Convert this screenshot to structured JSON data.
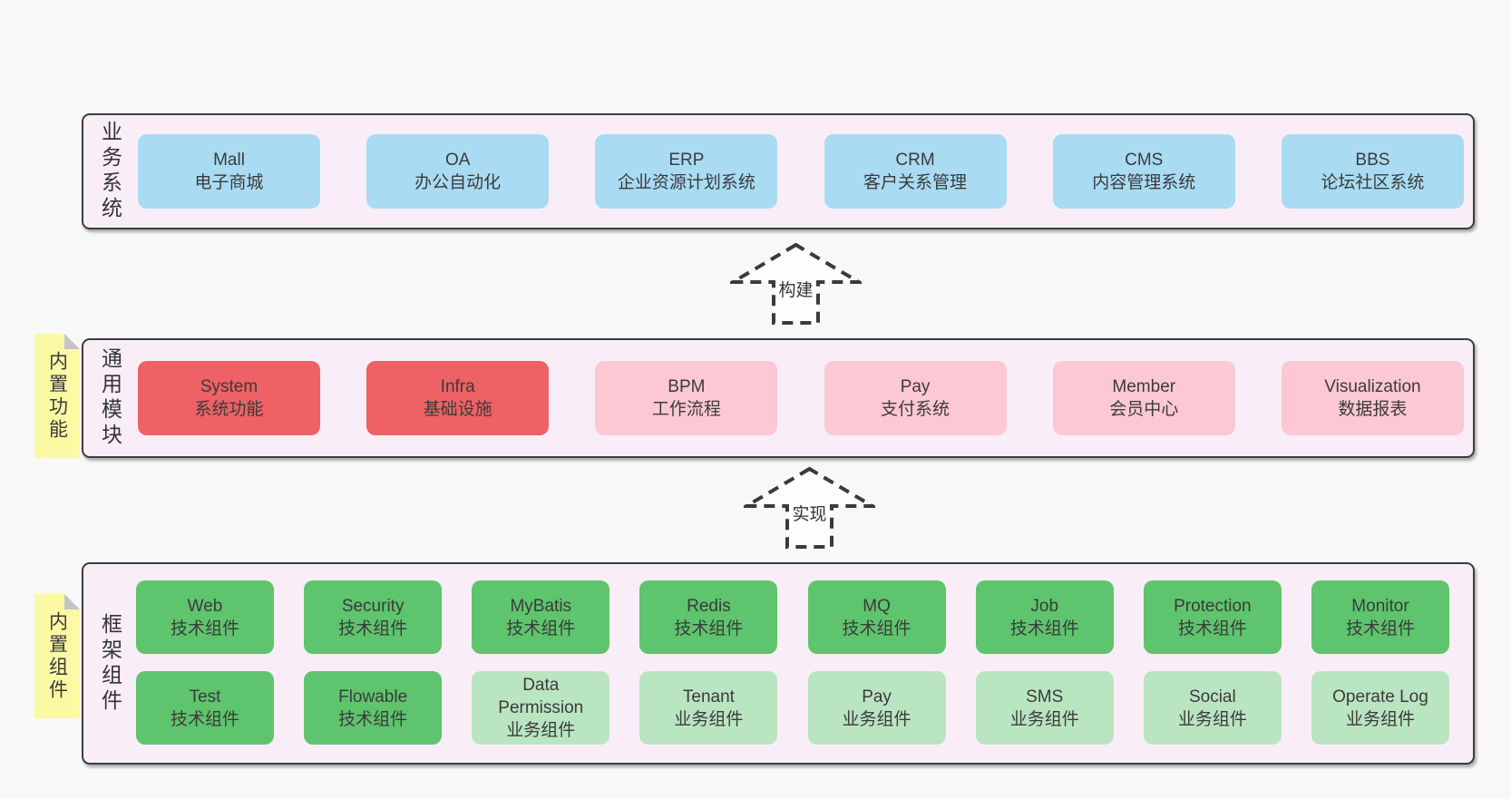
{
  "colors": {
    "page_bg": "#f8f8f8",
    "panel_bg": "#f9eef7",
    "panel_border": "#3c3c3c",
    "blue_box": "#a9dbf3",
    "red_box": "#ee6165",
    "pink_box": "#fcc8d3",
    "green_box": "#5ec46d",
    "light_green_box": "#b9e5c1",
    "sticky_note": "#fbf9a3",
    "note_fold": "#c4c4c4",
    "text": "#3b3b3b"
  },
  "arrows": [
    {
      "label": "构建"
    },
    {
      "label": "实现"
    }
  ],
  "notes": [
    {
      "label": "内置功能"
    },
    {
      "label": "内置组件"
    }
  ],
  "panels": [
    {
      "label": "业务系统",
      "boxes": [
        {
          "title": "Mall",
          "subtitle": "电子商城"
        },
        {
          "title": "OA",
          "subtitle": "办公自动化"
        },
        {
          "title": "ERP",
          "subtitle": "企业资源计划系统"
        },
        {
          "title": "CRM",
          "subtitle": "客户关系管理"
        },
        {
          "title": "CMS",
          "subtitle": "内容管理系统"
        },
        {
          "title": "BBS",
          "subtitle": "论坛社区系统"
        }
      ]
    },
    {
      "label": "通用模块",
      "boxes": [
        {
          "title": "System",
          "subtitle": "系统功能"
        },
        {
          "title": "Infra",
          "subtitle": "基础设施"
        },
        {
          "title": "BPM",
          "subtitle": "工作流程"
        },
        {
          "title": "Pay",
          "subtitle": "支付系统"
        },
        {
          "title": "Member",
          "subtitle": "会员中心"
        },
        {
          "title": "Visualization",
          "subtitle": "数据报表"
        }
      ]
    },
    {
      "label": "框架组件",
      "rows": [
        [
          {
            "title": "Web",
            "subtitle": "技术组件"
          },
          {
            "title": "Security",
            "subtitle": "技术组件"
          },
          {
            "title": "MyBatis",
            "subtitle": "技术组件"
          },
          {
            "title": "Redis",
            "subtitle": "技术组件"
          },
          {
            "title": "MQ",
            "subtitle": "技术组件"
          },
          {
            "title": "Job",
            "subtitle": "技术组件"
          },
          {
            "title": "Protection",
            "subtitle": "技术组件"
          },
          {
            "title": "Monitor",
            "subtitle": "技术组件"
          }
        ],
        [
          {
            "title": "Test",
            "subtitle": "技术组件"
          },
          {
            "title": "Flowable",
            "subtitle": "技术组件"
          },
          {
            "title": "Data Permission",
            "subtitle": "业务组件"
          },
          {
            "title": "Tenant",
            "subtitle": "业务组件"
          },
          {
            "title": "Pay",
            "subtitle": "业务组件"
          },
          {
            "title": "SMS",
            "subtitle": "业务组件"
          },
          {
            "title": "Social",
            "subtitle": "业务组件"
          },
          {
            "title": "Operate Log",
            "subtitle": "业务组件"
          }
        ]
      ]
    }
  ]
}
